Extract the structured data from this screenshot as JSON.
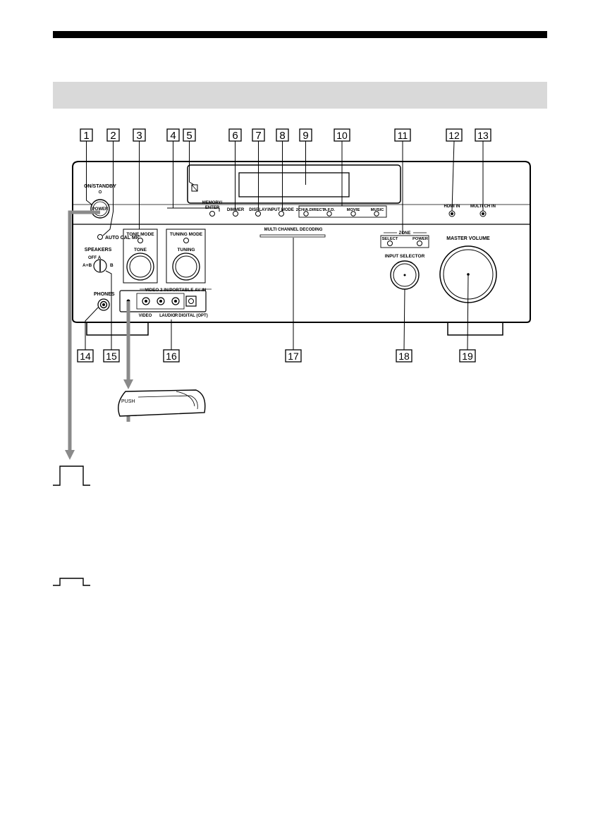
{
  "callouts": [
    "1",
    "2",
    "3",
    "4",
    "5",
    "6",
    "7",
    "8",
    "9",
    "10",
    "11",
    "12",
    "13",
    "14",
    "15",
    "16",
    "17",
    "18",
    "19"
  ],
  "panel": {
    "on_standby": "ON/STANDBY",
    "power": "POWER",
    "auto_cal_mic": "AUTO CAL MIC",
    "speakers": "SPEAKERS",
    "speakers_off": "OFF",
    "speakers_a": "A",
    "speakers_ab": "A+B",
    "speakers_b": "B",
    "phones": "PHONES",
    "tone_mode": "TONE MODE",
    "tone": "TONE",
    "memory_enter_1": "MEMORY/",
    "memory_enter_2": "ENTER",
    "tuning_mode": "TUNING MODE",
    "tuning": "TUNING",
    "dimmer": "DIMMER",
    "display": "DISPLAY",
    "input_mode": "INPUT MODE",
    "two_ch_direct": "2CH/A.DIRECT",
    "afd": "A.F.D.",
    "movie": "MOVIE",
    "music": "MUSIC",
    "hdmi_in": "HDMI IN",
    "multi_ch_in": "MULTI CH IN",
    "multi_channel_decoding": "MULTI CHANNEL DECODING",
    "zone": "ZONE",
    "zone_select": "SELECT",
    "zone_power": "POWER",
    "input_selector": "INPUT SELECTOR",
    "master_volume": "MASTER VOLUME",
    "video2_in": "VIDEO 2 IN/PORTABLE AV IN",
    "video": "VIDEO",
    "audio_l": "L",
    "audio": "AUDIO",
    "audio_r": "R",
    "digital_opt": "DIGITAL (OPT)"
  },
  "cover_label": "PUSH"
}
